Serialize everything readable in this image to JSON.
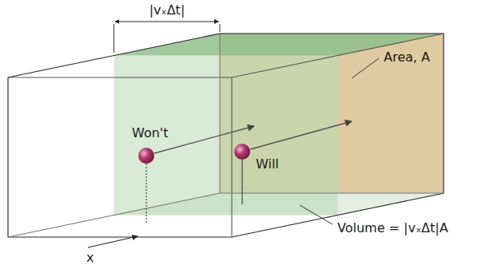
{
  "diagram": {
    "labels": [
      "|vₓΔt|",
      "Area, A",
      "Won't",
      "Will",
      "Volume = |vₓΔt|A",
      "x"
    ]
  }
}
